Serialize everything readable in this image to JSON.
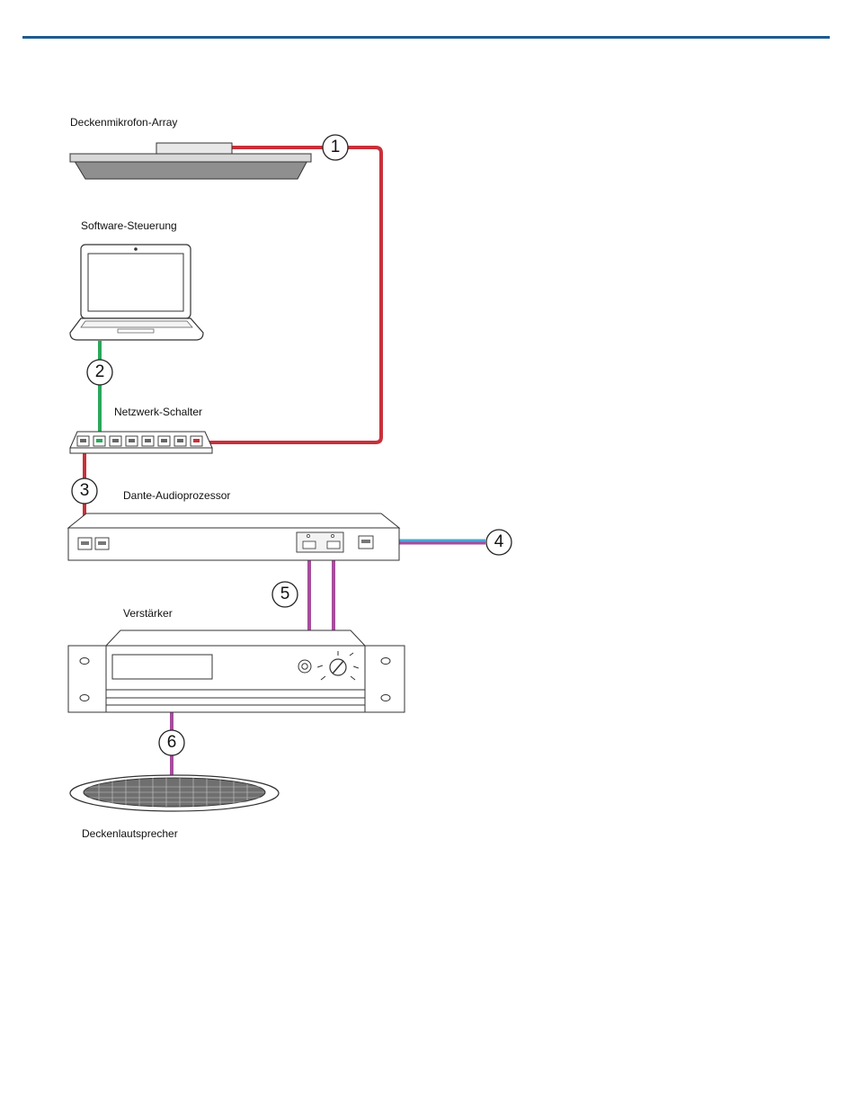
{
  "labels": {
    "ceiling_mic": "Deckenmikrofon-Array",
    "software": "Software-Steuerung",
    "switch": "Netzwerk-Schalter",
    "dante": "Dante-Audioprozessor",
    "amplifier": "Verstärker",
    "speaker": "Deckenlautsprecher"
  },
  "callouts": [
    "1",
    "2",
    "3",
    "4",
    "5",
    "6"
  ],
  "colors": {
    "rule": "#1f5b92",
    "cable_red": "#c8303a",
    "cable_green": "#2aa85a",
    "cable_purple": "#a64d9c",
    "cable_blue": "#4aa8d8"
  }
}
